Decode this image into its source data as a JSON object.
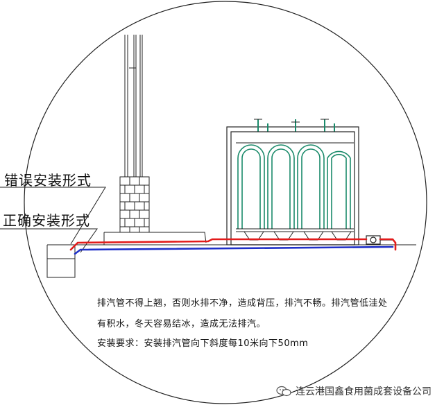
{
  "labels": {
    "wrong": "错误安装形式",
    "correct": "正确安装形式"
  },
  "notes": {
    "line1": "排汽管不得上翘，否则水排不净，造成背压，排汽不畅。排汽管低洼处",
    "line2": "有积水，冬天容易结冰，造成无法排汽。",
    "line3": "安装要求：安装排汽管向下斜度每10米向下50mm"
  },
  "watermark": {
    "text": "连云港国鑫食用菌成套设备公司",
    "icon": "wechat-icon"
  },
  "colors": {
    "wrong_pipe": "#e21b1b",
    "correct_pipe": "#1f2fc8",
    "equipment": "#1a8a6a",
    "outline": "#222222"
  }
}
